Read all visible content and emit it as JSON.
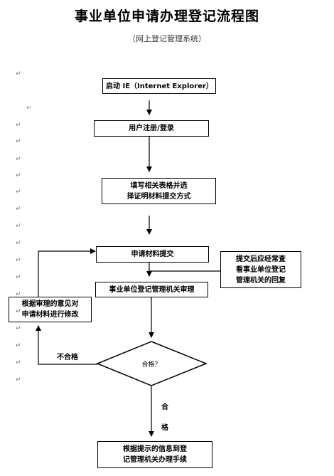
{
  "header": {
    "title": "事业单位申请办理登记流程图",
    "subtitle": "（网上登记管理系统）"
  },
  "flow": {
    "start": "启动 IE（Internet Explorer）",
    "register": "用户注册/登录",
    "fill_line1": "填写相关表格并选",
    "fill_line2": "择证明材料提交方式",
    "submit": "申请材料提交",
    "review": "事业单位登记管理机关审理",
    "note_line1": "提交后应经常查",
    "note_line2": "看事业单位登记",
    "note_line3": "管理机关的回复",
    "revise_line1": "根据审理的意见对",
    "revise_line2": "申请材料进行修改",
    "decision": "合格？",
    "fail_label": "不合格",
    "pass_label_1": "合",
    "pass_label_2": "格",
    "end_line1": "根据提示的信息到登",
    "end_line2": "记管理机关办理手续"
  },
  "colors": {
    "stroke": "#000000",
    "background": "#ffffff"
  }
}
